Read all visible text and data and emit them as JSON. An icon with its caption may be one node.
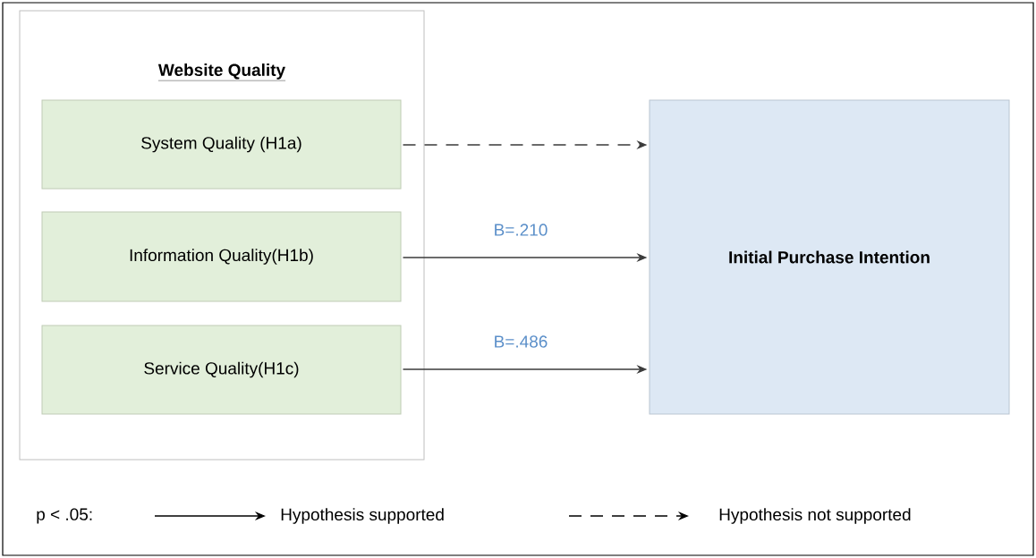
{
  "diagram": {
    "nodes": [
      {
        "text": [
          "Website Quality"
        ]
      },
      {
        "text": [
          "System Quality (H1a)"
        ],
        "in": 0
      },
      {
        "text": [
          "Information Quality(H1b)"
        ],
        "in": 0
      },
      {
        "text": [
          "Service Quality(H1c)"
        ],
        "in": 0
      },
      {
        "text": [
          "Initial Purchase Intention"
        ]
      }
    ],
    "edges": [
      {
        "from": 1,
        "to": 4,
        "arrow": "to",
        "style": "dashed"
      },
      {
        "from": 2,
        "to": 4,
        "arrow": "to",
        "label": "B=.210"
      },
      {
        "from": 3,
        "to": 4,
        "arrow": "to",
        "label": "B=.486"
      }
    ],
    "labels": [
      "p < .05:"
    ],
    "legend": [
      {
        "text": "Hypothesis supported"
      },
      {
        "text": "Hypothesis not supported"
      }
    ]
  }
}
